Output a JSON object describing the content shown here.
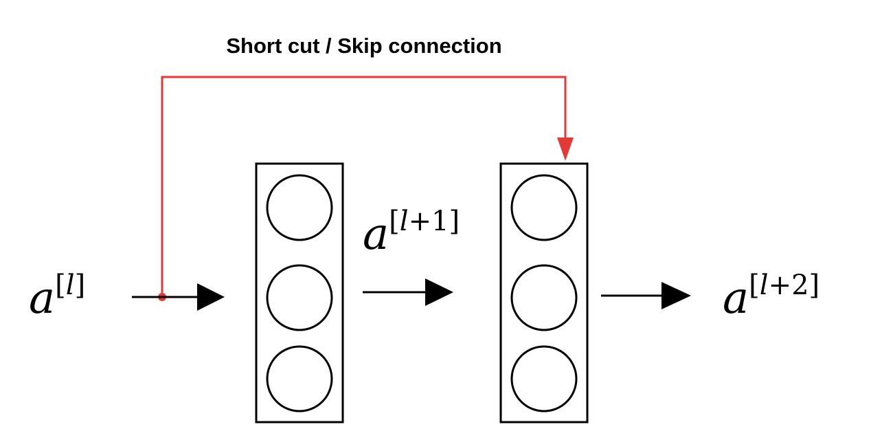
{
  "skip_label": "Short cut / Skip connection",
  "colors": {
    "skip": "#e53935",
    "stroke": "#000000",
    "text": "#000000"
  },
  "activations": {
    "input": {
      "base": "a",
      "open": "[",
      "index": "l",
      "offset": "",
      "close": "]"
    },
    "middle": {
      "base": "a",
      "open": "[",
      "index": "l",
      "offset": "+1",
      "close": "]"
    },
    "output": {
      "base": "a",
      "open": "[",
      "index": "l",
      "offset": "+2",
      "close": "]"
    }
  },
  "layers": [
    {
      "neurons": 3
    },
    {
      "neurons": 3
    }
  ]
}
